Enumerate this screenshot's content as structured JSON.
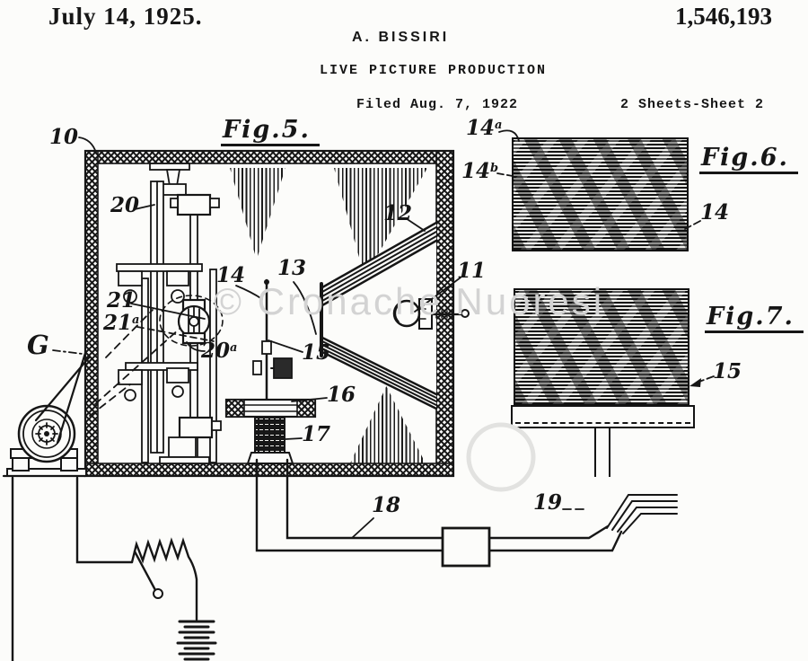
{
  "header": {
    "date": "July 14, 1925.",
    "patent_number": "1,546,193",
    "inventor": "A. BISSIRI",
    "title": "LIVE PICTURE PRODUCTION",
    "filed": "Filed Aug. 7, 1922",
    "sheets": "2 Sheets-Sheet 2"
  },
  "figures": {
    "fig5": {
      "title": "Fig.5."
    },
    "fig6": {
      "title": "Fig.6."
    },
    "fig7": {
      "title": "Fig.7."
    }
  },
  "ref_labels": {
    "n10": "10",
    "n20": "20",
    "n21": "21",
    "n21a": {
      "base": "21",
      "sup": "a"
    },
    "n20a": {
      "base": "20",
      "sup": "a"
    },
    "g": "G",
    "n14": "14",
    "n13": "13",
    "n15": "15",
    "n16": "16",
    "n17": "17",
    "n12": "12",
    "n11": "11",
    "n18": "18",
    "n19": "19",
    "n14a": {
      "base": "14",
      "sup": "a"
    },
    "n14b": {
      "base": "14",
      "sup": "b"
    },
    "n14_fig6": "14",
    "n15_fig7": "15"
  },
  "watermark": "© Cronache Nuoresi",
  "colors": {
    "ink": "#161616",
    "paper": "#fcfcfa",
    "watermark": "#d3d3d3"
  }
}
